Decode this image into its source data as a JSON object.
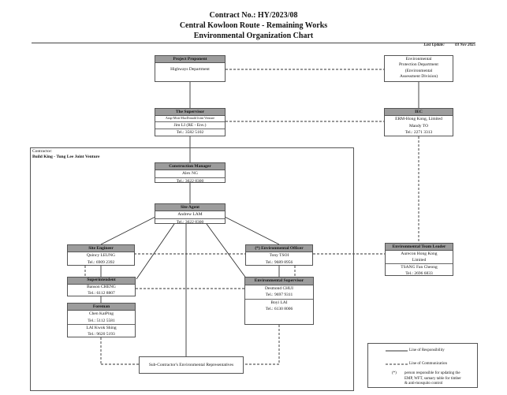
{
  "header": {
    "contract": "Contract No.: HY/2023/08",
    "project": "Central Kowloon Route - Remaining Works",
    "chart": "Environmental Organization Chart",
    "update_label": "Last Update:",
    "update_date": "03 Nov 2025"
  },
  "proponent": {
    "title": "Project Proponent",
    "name": "Highways Department"
  },
  "epd": {
    "lines": [
      "Environmental",
      "Protection Department",
      "(Environmental",
      "Assessment Division)"
    ]
  },
  "supervisor": {
    "title": "The Supervisor",
    "org": "Arup-Mott MacDonald Joint Venture",
    "person": "Jim LI (RE - Env.)",
    "tel": "Tel.: 3582 5102"
  },
  "iec": {
    "title": "IEC",
    "org": "ERM-Hong Kong, Limited",
    "person": "Mandy TO",
    "tel": "Tel.: 2271 3313"
  },
  "contractor": {
    "label": "Contractor:",
    "name": "Build King - Tung Lee Joint Venture"
  },
  "cm": {
    "title": "Construction Manager",
    "person": "Alex NG",
    "tel": "Tel.: 3622 8300"
  },
  "sa": {
    "title": "Site Agent",
    "person": "Andrew LAM",
    "tel": "Tel.: 3622 8300"
  },
  "se": {
    "title": "Site Engineer",
    "person": "Quincy LEUNG",
    "tel": "Tel.: 6909 2392"
  },
  "eo": {
    "title": "(*) Environmental Officer",
    "person": "Tony TSOI",
    "tel": "Tel.: 9689 8956"
  },
  "etl": {
    "title": "Environmental Team Leader",
    "org1": "Aurecon Hong Kong",
    "org2": "Limited",
    "person": "TSANG Fan Cheong",
    "tel": "Tel.: 2696 6833"
  },
  "sup": {
    "title": "Superintendent",
    "person": "Banson CHENG",
    "tel": "Tel.: 6112 8807"
  },
  "es": {
    "title": "Environmental Supervisor",
    "p1": "Desmond CHUI",
    "t1": "Tel.: 9697 9311",
    "p2": "Boyi LAI",
    "t2": "Tel.: 6130 8006"
  },
  "fm": {
    "title": "Foreman",
    "p1": "Chen KaiPing",
    "t1": "Tel.: 5112 5581",
    "p2": "LAI Kwok Shing",
    "t2": "Tel.: 9620 5193"
  },
  "sub": {
    "name": "Sub-Contractor's Environmental Representatives"
  },
  "legend": {
    "responsibility": "Line of Responsibility",
    "communication": "Line of Communication",
    "star": "(*)",
    "star_desc_1": "person responsible for updating the",
    "star_desc_2": "EMP, WFT, sumary table for timber",
    "star_desc_3": "& anti-mosquito control"
  }
}
